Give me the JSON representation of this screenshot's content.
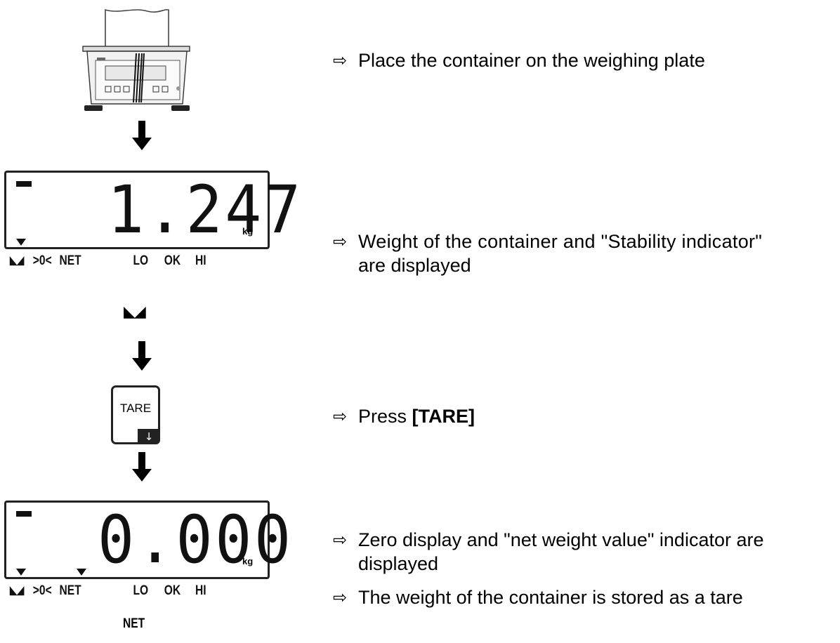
{
  "steps": [
    {
      "arrow": "⇨",
      "text": "Place the container on the weighing plate"
    },
    {
      "arrow": "⇨",
      "text_line1": "Weight of the container and \"Stability indicator\"",
      "text_line2": "are displayed"
    },
    {
      "arrow": "⇨",
      "prefix": "Press ",
      "bold": "[TARE]"
    },
    {
      "arrow": "⇨",
      "text_line1": "Zero display and \"net weight value\" indicator are",
      "text_line2": "displayed"
    },
    {
      "arrow": "⇨",
      "text": "The weight of the container is stored as a tare"
    }
  ],
  "display1": {
    "reading": "1.247",
    "unit": "kg",
    "labels": {
      "stable": "◣◢",
      "zero": ">0<",
      "net": "NET",
      "lo": "LO",
      "ok": "OK",
      "hi": "HI"
    }
  },
  "display2": {
    "reading": "0.000",
    "unit": "kg",
    "labels": {
      "stable": "◣◢",
      "zero": ">0<",
      "net": "NET",
      "lo": "LO",
      "ok": "OK",
      "hi": "HI"
    }
  },
  "stability_symbol": "◣◢",
  "tare_key": {
    "label": "TARE",
    "sub_icon": "down-arrow-icon",
    "sub_glyph": "↓"
  },
  "net_symbol": "NET"
}
